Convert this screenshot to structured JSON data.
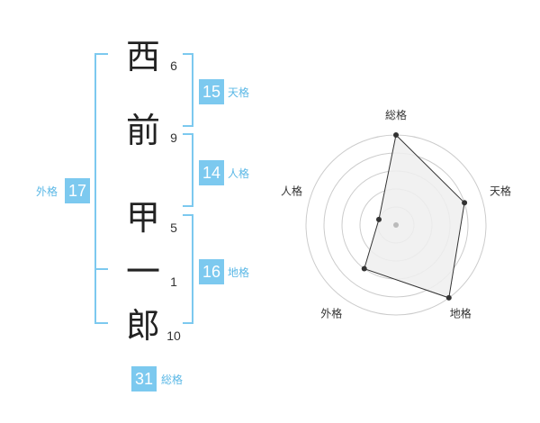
{
  "name": {
    "characters": [
      {
        "char": "西",
        "strokes": "6"
      },
      {
        "char": "前",
        "strokes": "9"
      },
      {
        "char": "甲",
        "strokes": "5"
      },
      {
        "char": "一",
        "strokes": "1"
      },
      {
        "char": "郎",
        "strokes": "10"
      }
    ]
  },
  "fortunes": {
    "tenkaku": {
      "value": "15",
      "label": "天格"
    },
    "jinkaku": {
      "value": "14",
      "label": "人格"
    },
    "chikaku": {
      "value": "16",
      "label": "地格"
    },
    "gaikaku": {
      "value": "17",
      "label": "外格"
    },
    "soukaku": {
      "value": "31",
      "label": "総格"
    }
  },
  "radar": {
    "axes": [
      "総格",
      "天格",
      "地格",
      "外格",
      "人格"
    ],
    "levels": 5,
    "values": [
      5,
      4,
      5,
      3,
      1
    ],
    "colors": {
      "ring": "#cccccc",
      "fill": "#eeeeee",
      "line": "#333333",
      "point": "#333333",
      "center": "#bbbbbb"
    }
  },
  "colors": {
    "accent": "#7cc9ef",
    "label": "#5bb8e6"
  }
}
